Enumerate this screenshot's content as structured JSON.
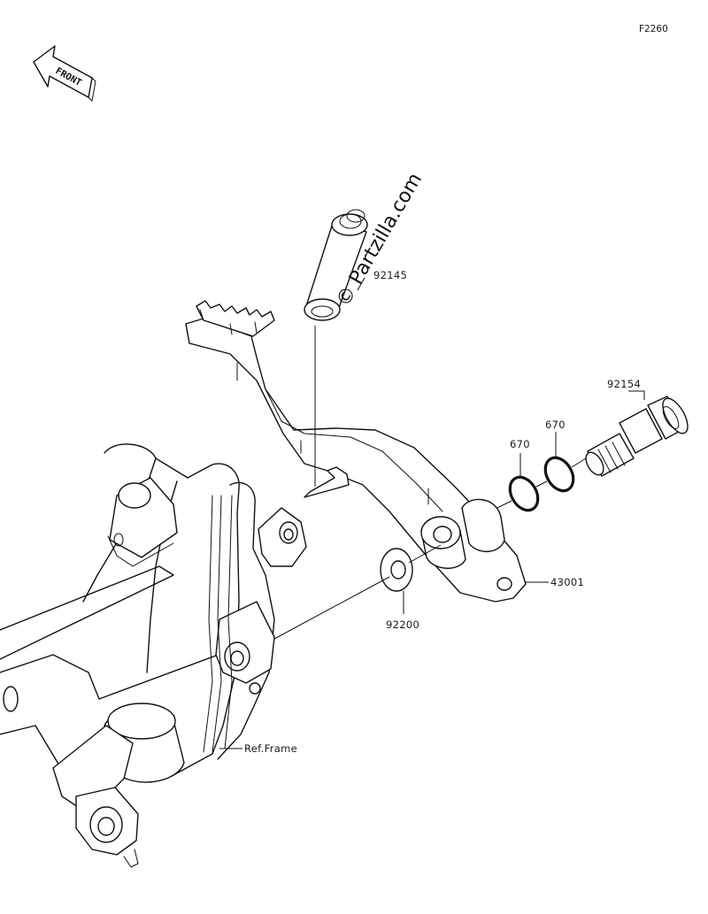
{
  "diagram_code": "F2260",
  "front_label": "FRONT",
  "watermark": "© Partzilla.com",
  "callouts": [
    {
      "id": "c92145",
      "text": "92145"
    },
    {
      "id": "c92154",
      "text": "92154"
    },
    {
      "id": "c670a",
      "text": "670"
    },
    {
      "id": "c670b",
      "text": "670"
    },
    {
      "id": "c43001",
      "text": "43001"
    },
    {
      "id": "c92200",
      "text": "92200"
    },
    {
      "id": "cref",
      "text": "Ref.Frame"
    }
  ]
}
